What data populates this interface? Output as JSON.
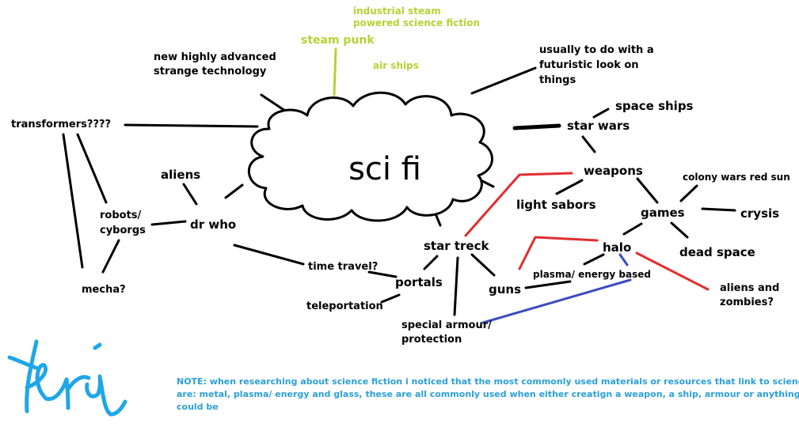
{
  "center": {
    "label": "sci fi"
  },
  "nodes": {
    "steam_punk": "steam punk",
    "industrial_line1": "industrial steam",
    "industrial_line2": "powered science fiction",
    "air_ships": "air ships",
    "new_tech_line1": "new highly advanced",
    "new_tech_line2": "strange technology",
    "futuristic_line1": "usually to do with a",
    "futuristic_line2": "futuristic look on",
    "futuristic_line3": "things",
    "transformers": "transformers????",
    "space_ships": "space ships",
    "star_wars": "star wars",
    "weapons": "weapons",
    "light_sabors": "light sabors",
    "colony_wars": "colony wars red sun",
    "games": "games",
    "crysis": "crysis",
    "aliens": "aliens",
    "robots_line1": "robots/",
    "robots_line2": "cyborgs",
    "dr_who": "dr who",
    "star_treck": "star treck",
    "halo": "halo",
    "dead_space": "dead space",
    "time_travel": "time travel?",
    "portals": "portals",
    "plasma": "plasma/ energy based",
    "guns": "guns",
    "aliens_zombies_line1": "aliens and",
    "aliens_zombies_line2": "zombies?",
    "mecha": "mecha?",
    "teleportation": "teleportation",
    "armour_line1": "special armour/",
    "armour_line2": "protection"
  },
  "note": {
    "line1": "NOTE: when researching about science fiction i noticed that the most commonly used materials or resources that link to science fiction",
    "line2": "are: metal, plasma/ energy and glass, these are all commonly used when either creatign a weapon, a ship, armour or anything else there",
    "line3": "could be"
  },
  "colors": {
    "note": "#2b9fd8",
    "steam_punk": "#b3d335",
    "link_red": "#e12d2d",
    "link_blue": "#3a4bc0",
    "signature": "#1ea7e8"
  }
}
